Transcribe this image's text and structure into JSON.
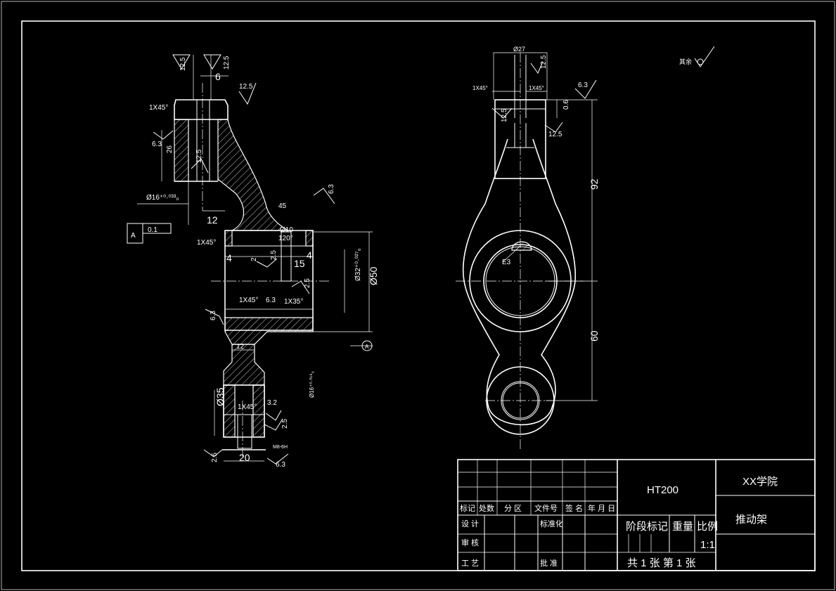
{
  "title_block": {
    "material": "HT200",
    "school": "XX学院",
    "part_name": "推动架",
    "revision_headers": [
      "标记",
      "处数",
      "分 区",
      "文件号",
      "签 名",
      "年 月 日"
    ],
    "design": "设 计",
    "standardization": "标准化",
    "review": "审 核",
    "process": "工 艺",
    "approve": "批 准",
    "stage_mark": "阶段标记",
    "weight": "重量",
    "scale_label": "比例",
    "scale_value": "1:1",
    "sheets": "共 1 张  第 1 张"
  },
  "roughness_note": {
    "text": "其余"
  },
  "left_view": {
    "dims": {
      "r_12_5_a": "12.5",
      "r_12_5_b": "12.5",
      "w_6": "6",
      "r_12_5_c": "12.5",
      "chamfer_top": "1X45°",
      "r_6_3_a": "6.3",
      "h_26": "26",
      "r_12_5_d": "12.5",
      "dia_16": "Ø16⁺⁰·⁰³³₀",
      "w_12_top": "12",
      "tol_frame": "0.1",
      "datum_a": "A",
      "chamfer_mid": "1X45°",
      "w_45": "45",
      "r_6_3_b": "6.3",
      "angle_120": "120°",
      "dia_10": "Ø10",
      "w_4_left": "4",
      "w_2": "2",
      "r_2_5_a": "2.5",
      "w_15": "15",
      "w_4_right": "4",
      "dia_32": "Ø32⁺⁰·⁰²⁷₀",
      "dia_50": "Ø50",
      "r_2_5_b": "2.5",
      "chamfer_low1": "1X45°",
      "r_6_3_c": "6.3",
      "chamfer_low2": "1X35°",
      "r_6_3_d": "6.3",
      "datum_circle": "A",
      "w_12_bot": "12",
      "dia_35": "Ø35",
      "chamfer_bot": "1X45°",
      "r_3_2": "3.2",
      "dia_16_bot": "Ø16⁺⁰·⁰¹⁹₀",
      "r_2_5_c": "2.5",
      "thread": "M8-6H",
      "w_20": "20",
      "r_2_5_d": "2.5",
      "r_6_3_e": "6.3"
    }
  },
  "right_view": {
    "dims": {
      "dia_27": "Ø27",
      "r_12_5_a": "12.5",
      "chamfer_l": "1X45°",
      "chamfer_r": "1X45°",
      "r_6_3": "6.3",
      "r_12_5_b": "12.5",
      "w_0_6": "0.6",
      "r_12_5_c": "12.5",
      "h_92": "92",
      "radius_e3": "E3",
      "h_60": "60"
    }
  }
}
